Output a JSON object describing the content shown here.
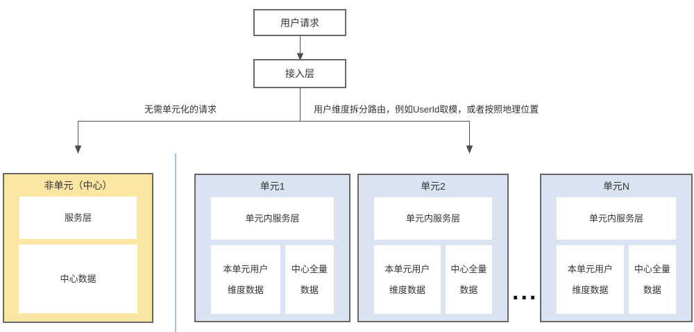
{
  "colors": {
    "center_fill": "#FBE5A2",
    "unit_fill": "#DAE3F2",
    "box_border": "#666666",
    "divider": "#9DC3E6",
    "connector": "#4D4D4D"
  },
  "flow": {
    "user_request_label": "用户请求",
    "access_layer_label": "接入层",
    "left_branch_label": "无需单元化的请求",
    "right_branch_label": "用户维度拆分路由，例如UserId取模，或者按照地理位置"
  },
  "center_unit": {
    "title": "非单元（中心）",
    "service_label": "服务层",
    "data_label": "中心数据"
  },
  "units": [
    {
      "title": "单元1",
      "service_label": "单元内服务层",
      "user_data_label": "本单元用户\n维度数据",
      "central_data_label": "中心全量\n数据"
    },
    {
      "title": "单元2",
      "service_label": "单元内服务层",
      "user_data_label": "本单元用户\n维度数据",
      "central_data_label": "中心全量\n数据"
    },
    {
      "title": "单元N",
      "service_label": "单元内服务层",
      "user_data_label": "本单元用户\n维度数据",
      "central_data_label": "中心全量\n数据"
    }
  ],
  "ellipsis_label": "..."
}
